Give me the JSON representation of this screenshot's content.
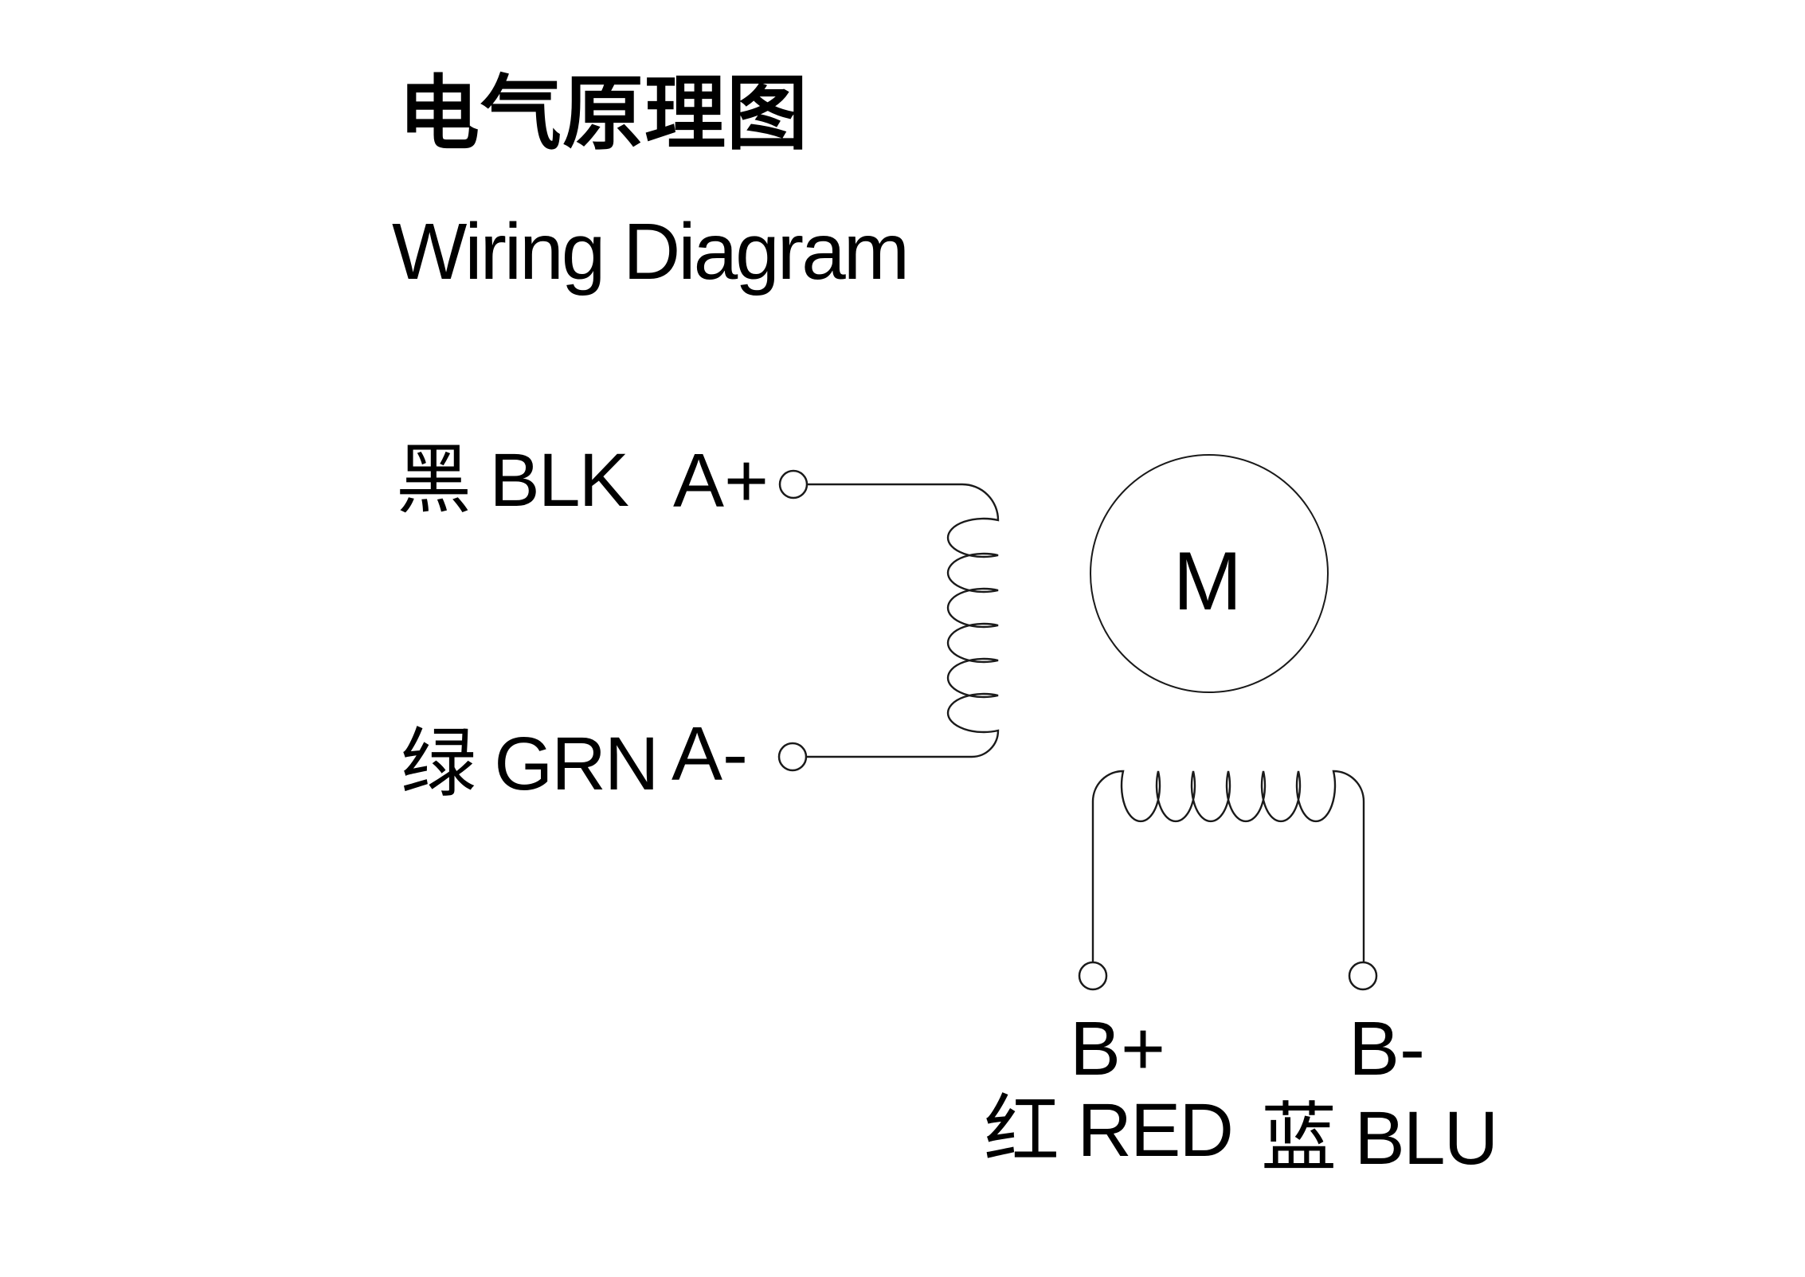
{
  "colors": {
    "bg": "#ffffff",
    "ink": "#000000",
    "line": "#1a1a1a"
  },
  "header": {
    "title_zh": "电气原理图",
    "title_en": "Wiring Diagram"
  },
  "phase_a": {
    "plus": {
      "color_label": "黑 BLK",
      "terminal": "A+"
    },
    "minus": {
      "color_label": "绿 GRN",
      "terminal": "A-"
    }
  },
  "motor": {
    "label": "M"
  },
  "phase_b": {
    "plus": {
      "terminal": "B+",
      "color_label": "红 RED"
    },
    "minus": {
      "terminal": "B-",
      "color_label": "蓝 BLU"
    }
  }
}
